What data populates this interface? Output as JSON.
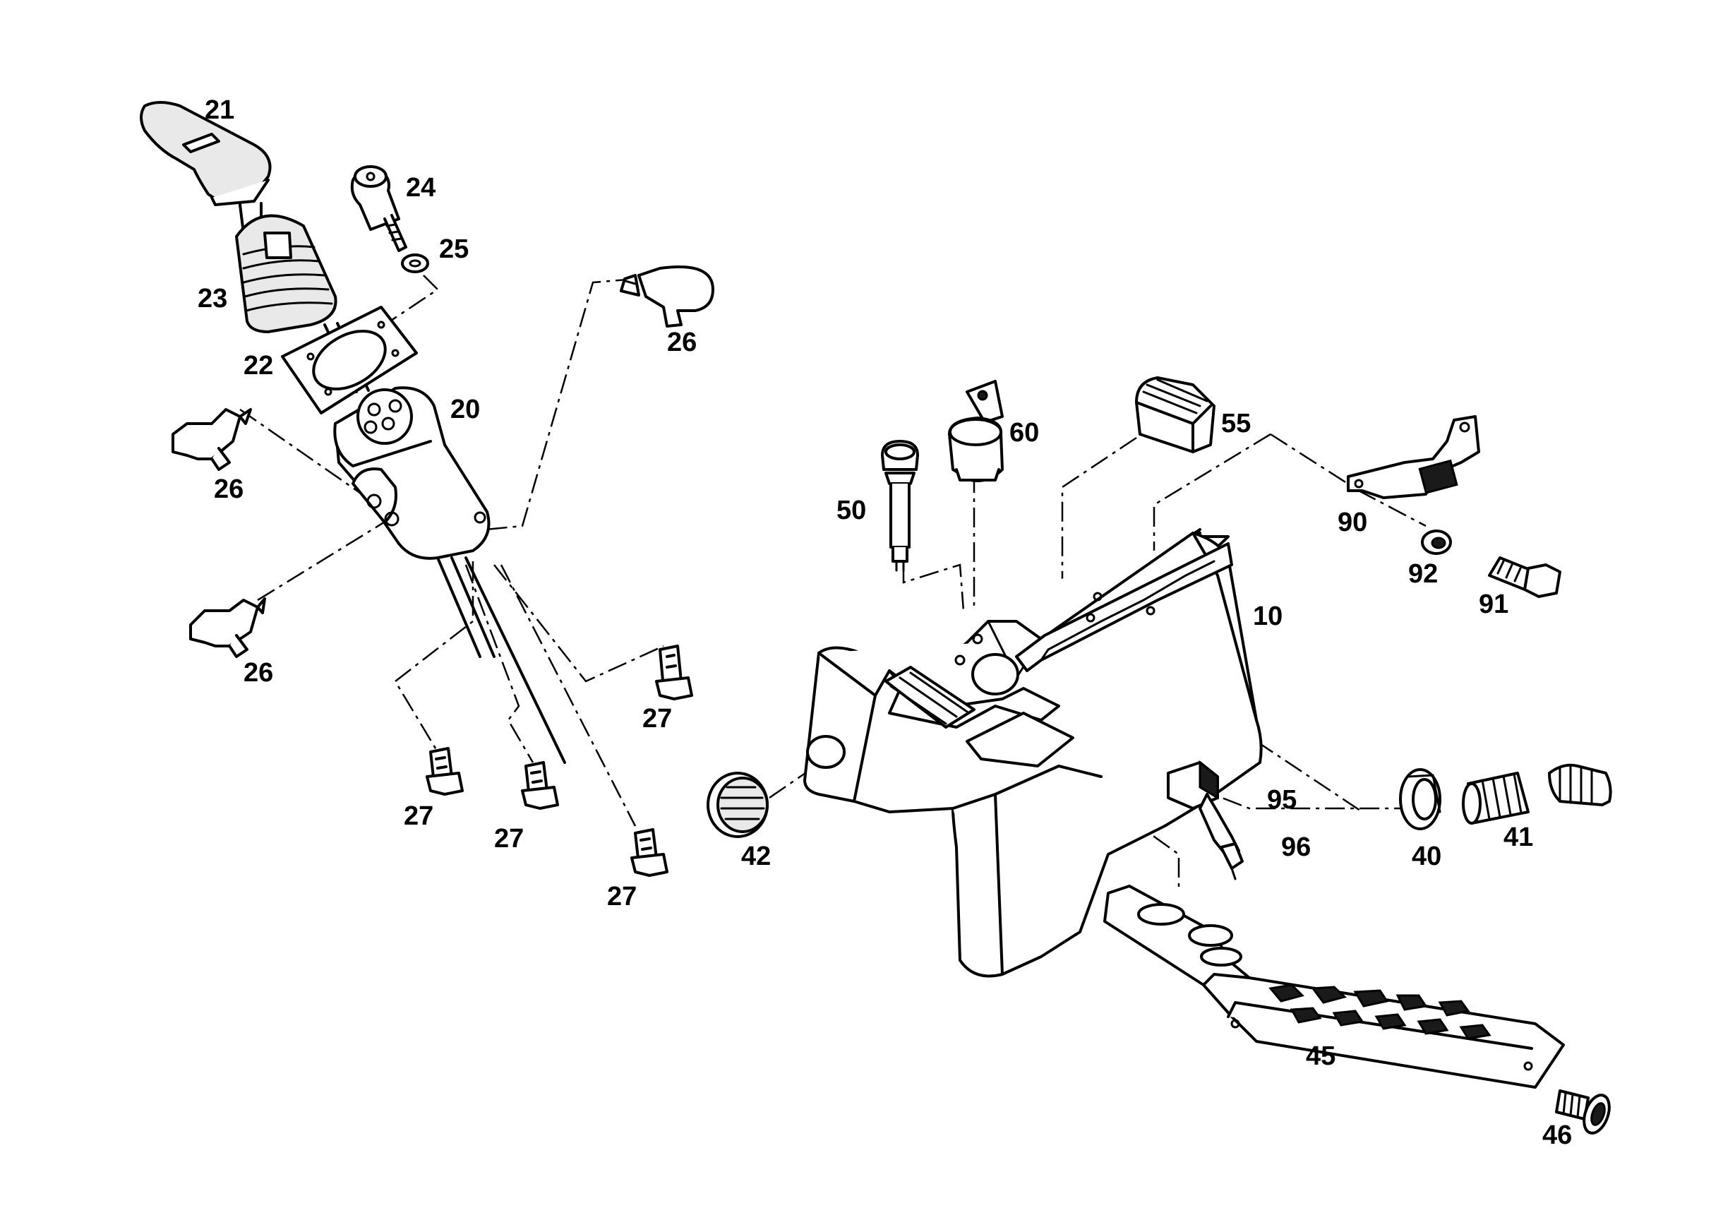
{
  "diagram": {
    "type": "exploded-parts-drawing",
    "callouts": {
      "c10": "10",
      "c20": "20",
      "c21": "21",
      "c22": "22",
      "c23": "23",
      "c24": "24",
      "c25": "25",
      "c26a": "26",
      "c26b": "26",
      "c26c": "26",
      "c27a": "27",
      "c27b": "27",
      "c27c": "27",
      "c27d": "27",
      "c40": "40",
      "c41": "41",
      "c42": "42",
      "c45": "45",
      "c46": "46",
      "c50": "50",
      "c55": "55",
      "c60": "60",
      "c90": "90",
      "c91": "91",
      "c92": "92",
      "c95": "95",
      "c96": "96"
    }
  }
}
